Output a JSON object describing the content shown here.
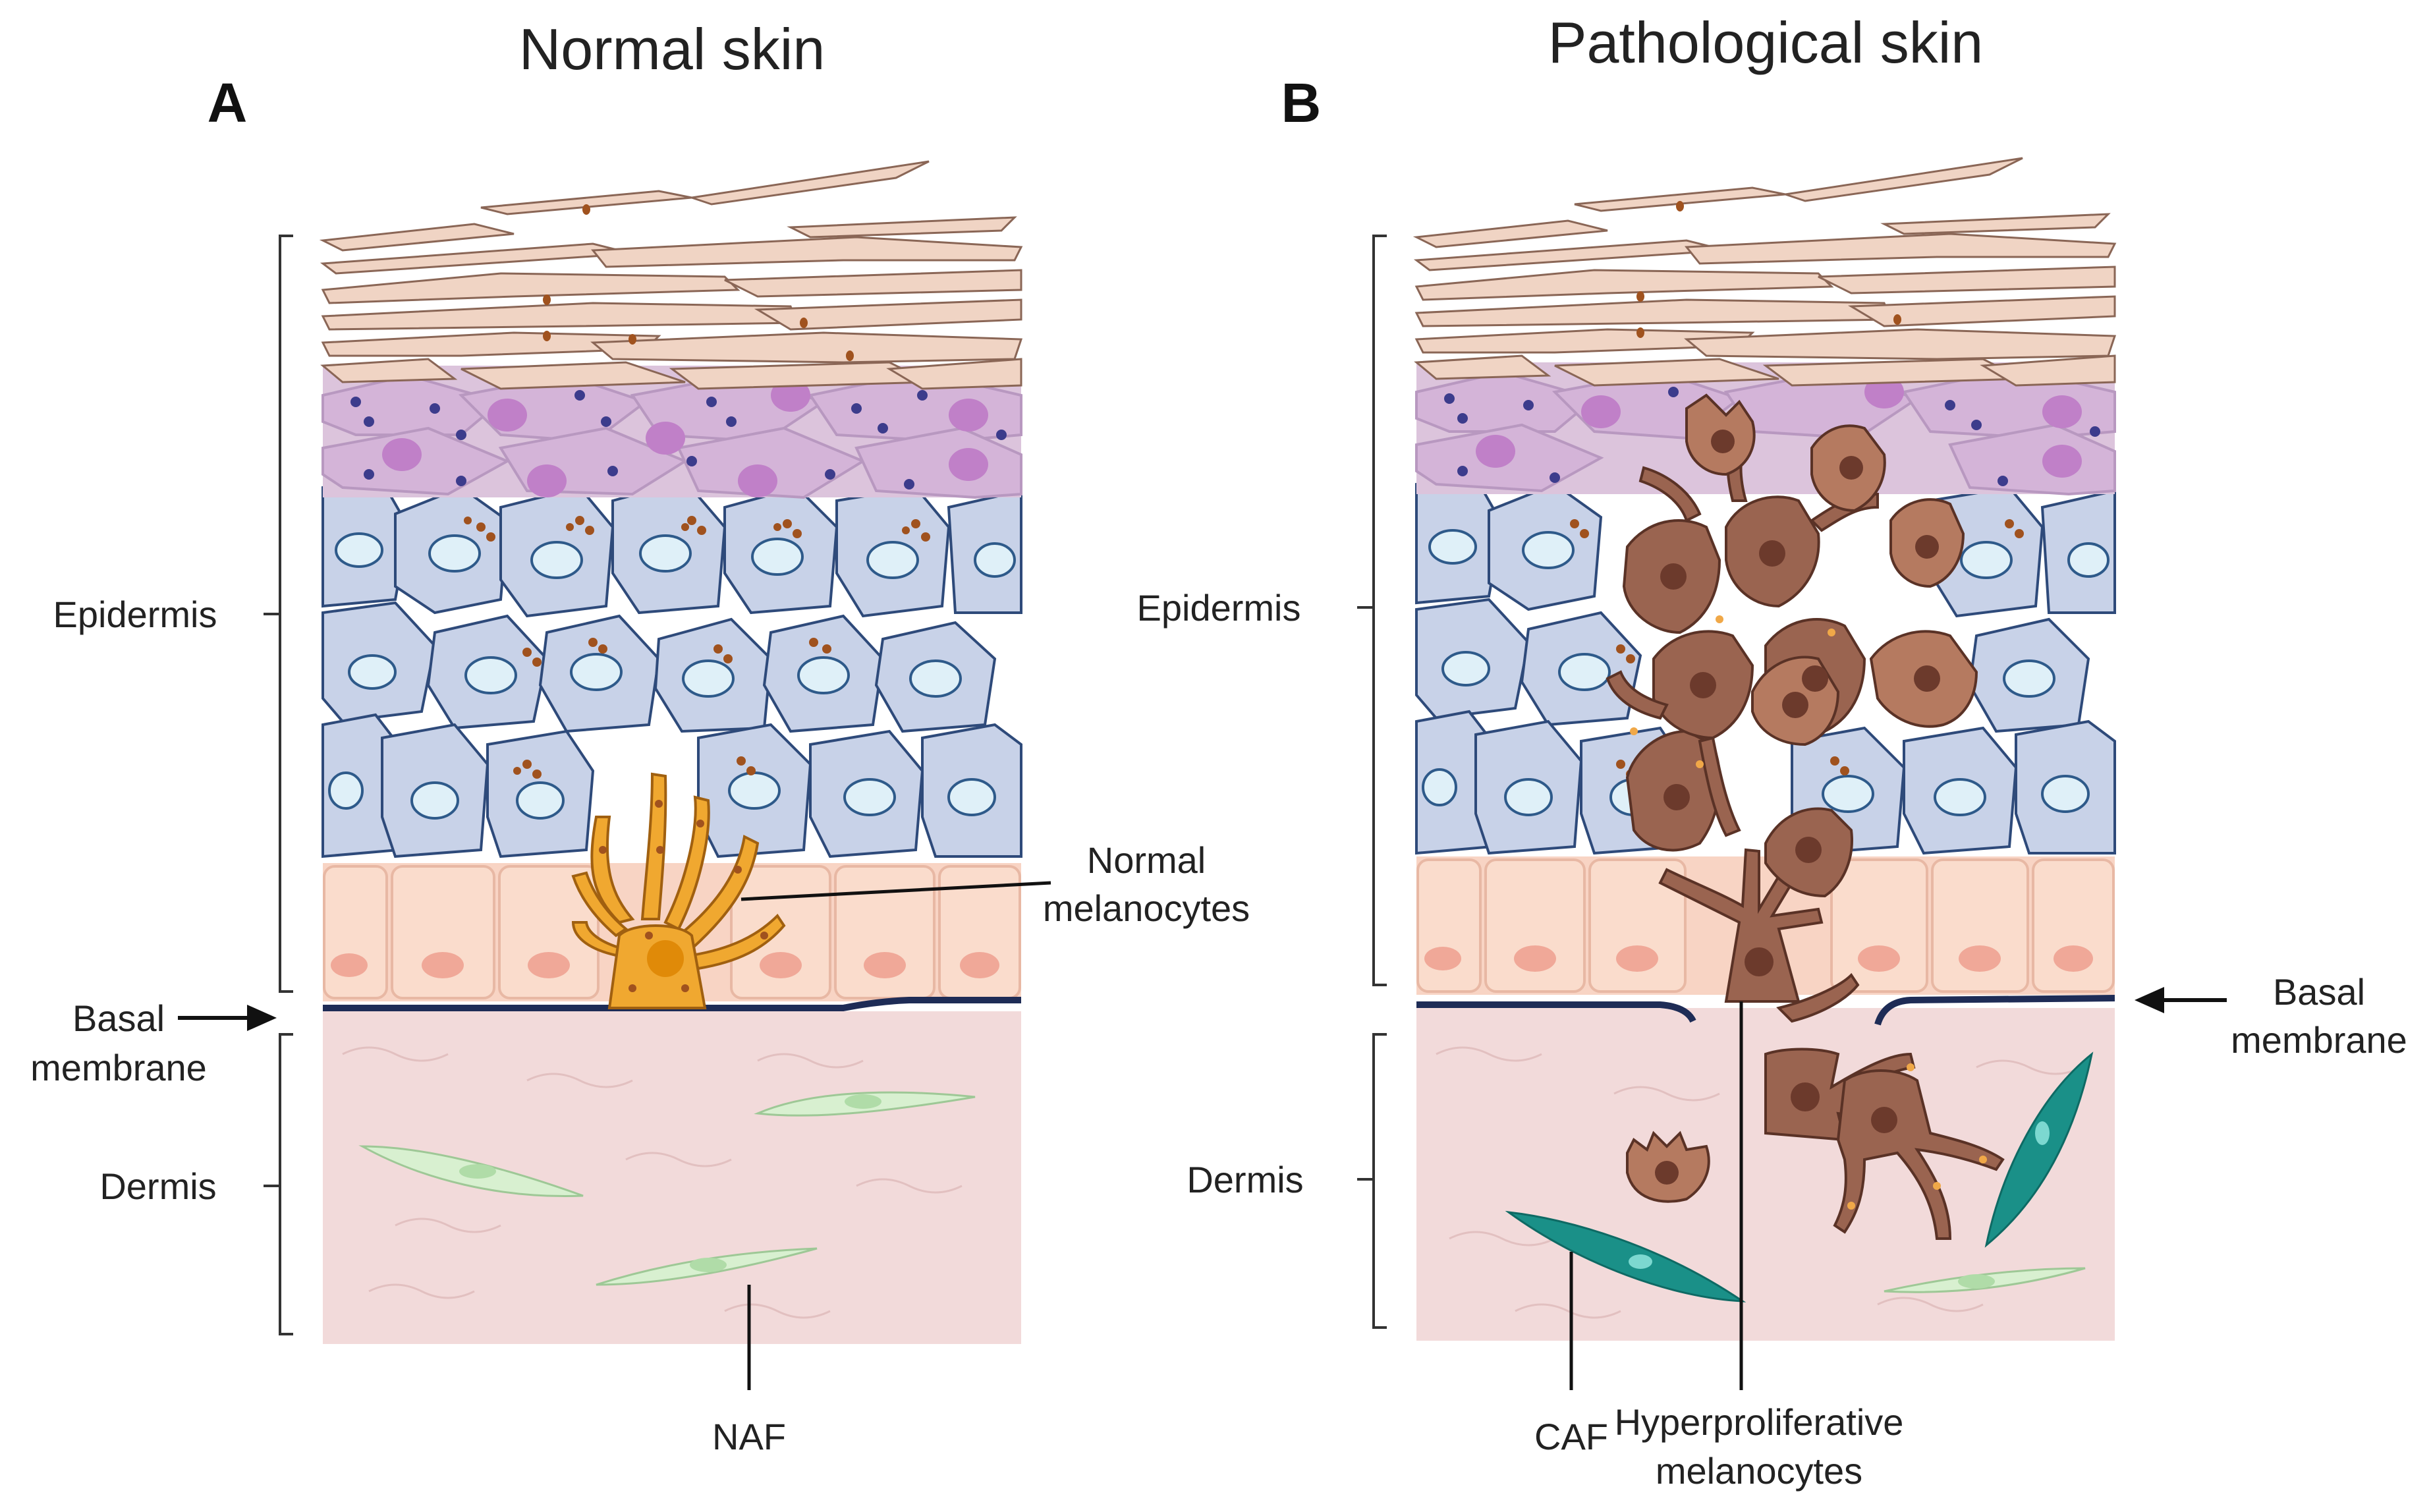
{
  "panels": [
    {
      "letter": "A",
      "title": "Normal skin",
      "labels": {
        "epidermis": "Epidermis",
        "dermis": "Dermis",
        "basal_line1": "Basal",
        "basal_line2": "membrane",
        "melanocyte_line1": "Normal",
        "melanocyte_line2": "melanocytes",
        "fibroblast": "NAF"
      }
    },
    {
      "letter": "B",
      "title": "Pathological skin",
      "labels": {
        "epidermis": "Epidermis",
        "dermis": "Dermis",
        "basal_line1": "Basal",
        "basal_line2": "membrane",
        "fibroblast": "CAF",
        "melanocyte_line1": "Hyperproliferative",
        "melanocyte_line2": "melanocytes"
      }
    }
  ],
  "colors": {
    "stratum_corneum": "#f0d4c4",
    "granular_layer": "#dcc4dc",
    "spinous_cells": "#c8d2e8",
    "basal_cells": "#f8d4c4",
    "dermis": "#f2dada",
    "normal_melanocyte": "#f0a830",
    "tumor_melanocyte": "#9a6450",
    "naf": "#d8f0d0",
    "caf": "#1a9088",
    "basal_membrane": "#2a3a60"
  }
}
